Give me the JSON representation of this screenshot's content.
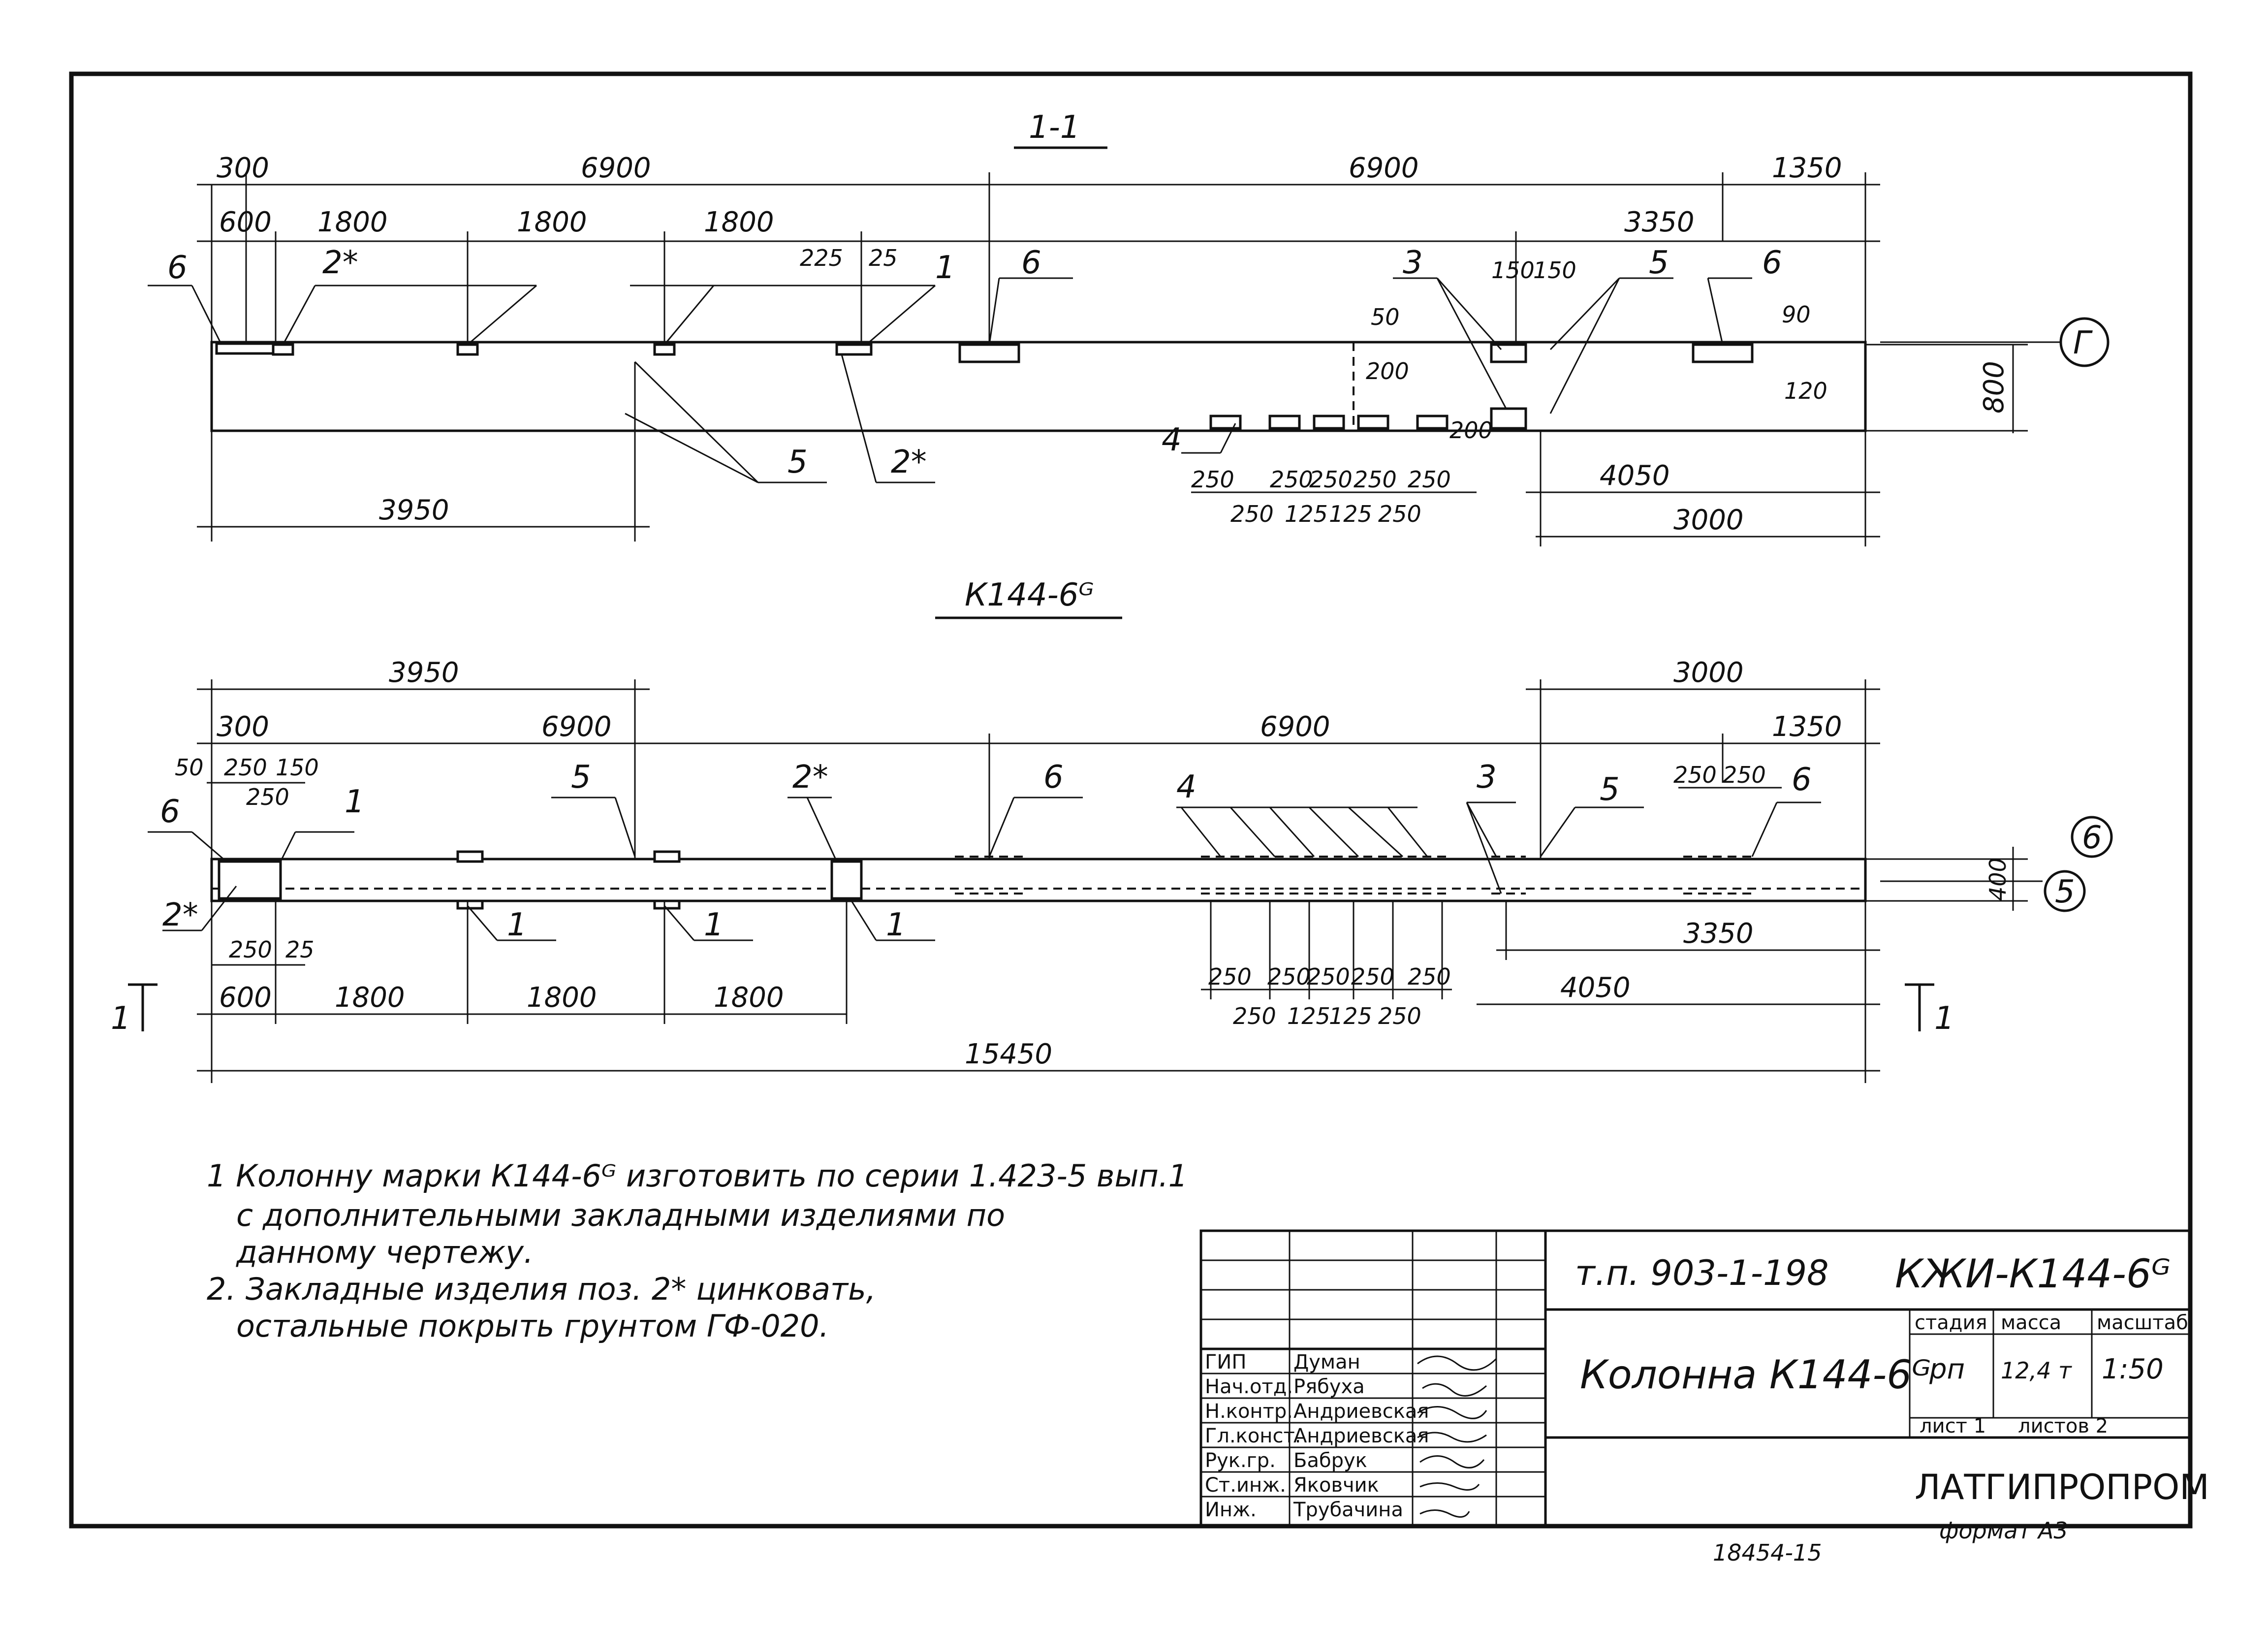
{
  "drawing": {
    "section_title": "1-1",
    "plan_title": "К144-6ᴳ",
    "section_view": {
      "dims_top_row1": [
        "300",
        "6900",
        "6900",
        "1350"
      ],
      "dims_top_row2": [
        "600",
        "1800",
        "1800",
        "1800",
        "3350"
      ],
      "dims_small_top": [
        "225",
        "25",
        "150",
        "150",
        "50",
        "90",
        "200",
        "120"
      ],
      "dims_bottom_row1": [
        "3950",
        "4050"
      ],
      "dims_bottom_row2": [
        "3000"
      ],
      "dims_plates_row1": [
        "250",
        "250",
        "250",
        "250",
        "250",
        "200"
      ],
      "dims_plates_row2": [
        "250",
        "125",
        "125",
        "250"
      ],
      "height_dim": "800",
      "pos_labels": [
        "6",
        "2*",
        "1",
        "6",
        "3",
        "5",
        "6",
        "5",
        "2*",
        "4"
      ],
      "axis_label": "Г"
    },
    "plan_view": {
      "dims_top_row1": [
        "3950",
        "3000"
      ],
      "dims_top_row2": [
        "300",
        "6900",
        "6900",
        "1350"
      ],
      "dims_top_small": [
        "50",
        "250",
        "150",
        "250",
        "250",
        "250"
      ],
      "dims_bottom_row1": [
        "600",
        "1800",
        "1800",
        "1800",
        "4050"
      ],
      "dims_bottom_right": [
        "3350"
      ],
      "dims_bottom_small": [
        "250",
        "25"
      ],
      "dims_plates_row1": [
        "250",
        "250",
        "250",
        "250",
        "250"
      ],
      "dims_plates_row2": [
        "250",
        "125",
        "125",
        "250"
      ],
      "total_length": "15450",
      "width_dim": "400",
      "pos_labels": [
        "6",
        "2*",
        "1",
        "5",
        "2*",
        "6",
        "4",
        "3",
        "5",
        "6",
        "1",
        "1",
        "1"
      ],
      "axis_labels": [
        "5",
        "6"
      ],
      "section_mark": "1"
    }
  },
  "notes": [
    "1  Колонну марки К144-6ᴳ изготовить по серии 1.423-5 вып.1",
    "с дополнительными закладными изделиями по",
    "данному чертежу.",
    "2. Закладные изделия поз. 2* цинковать,",
    "остальные покрыть грунтом ГФ-020."
  ],
  "title_block": {
    "project_code": "т.п. 903-1-198",
    "doc_code": "КЖИ-К144-6ᴳ",
    "title": "Колонна К144-6ᴳ",
    "col_headers": [
      "стадия",
      "масса",
      "масштаб"
    ],
    "stage": "рп",
    "mass": "12,4 т",
    "scale": "1:50",
    "sheet": "лист 1",
    "sheets": "листов 2",
    "organization": "ЛАТГИПРОПРОМ",
    "roles": [
      {
        "role": "ГИП",
        "name": "Думан"
      },
      {
        "role": "Нач.отд.",
        "name": "Рябуха"
      },
      {
        "role": "Н.контр.",
        "name": "Андриевская"
      },
      {
        "role": "Гл.конст.",
        "name": "Андриевская"
      },
      {
        "role": "Рук.гр.",
        "name": "Бабрук"
      },
      {
        "role": "Ст.инж.",
        "name": "Яковчик"
      },
      {
        "role": "Инж.",
        "name": "Трубачина"
      }
    ]
  },
  "footer": {
    "archive_no": "18454-15",
    "format": "формат А3"
  }
}
